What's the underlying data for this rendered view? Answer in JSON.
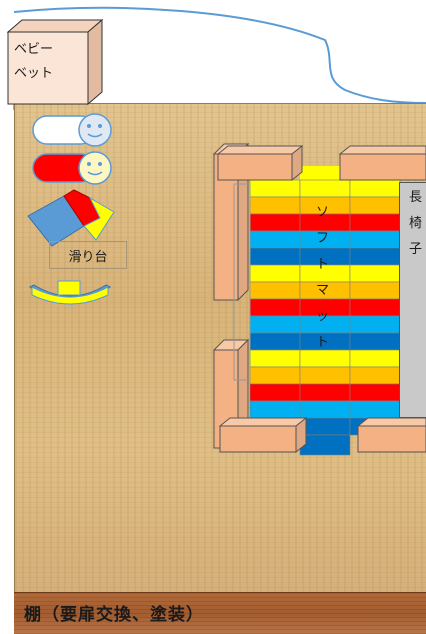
{
  "labels": {
    "baby_bed": "ベビー\nベット",
    "baby_bed_line1": "ベビー",
    "baby_bed_line2": "ベット",
    "slide": "滑り台",
    "soft_mat_chars": [
      "ソ",
      "フ",
      "ト",
      "マ",
      "ッ",
      "ト"
    ],
    "long_chair_chars": [
      "長",
      "椅",
      "子"
    ],
    "shelf": "棚（要扉交換、塗装）"
  },
  "colors": {
    "mat_yellow": "#ffff00",
    "mat_orange": "#ffc000",
    "mat_red": "#ff0000",
    "mat_lightblue": "#00b0f0",
    "mat_blue": "#0070c0",
    "cushion_block": "#f4b183",
    "baby_bed_fill": "#fbe5d6",
    "wall_line": "#5b9bd5",
    "long_chair": "#c9c9c9"
  },
  "mat_row_pattern": [
    "yellow",
    "orange",
    "red",
    "lightblue",
    "blue",
    "yellow",
    "orange",
    "red",
    "lightblue",
    "blue",
    "yellow",
    "orange",
    "red",
    "lightblue",
    "blue"
  ]
}
